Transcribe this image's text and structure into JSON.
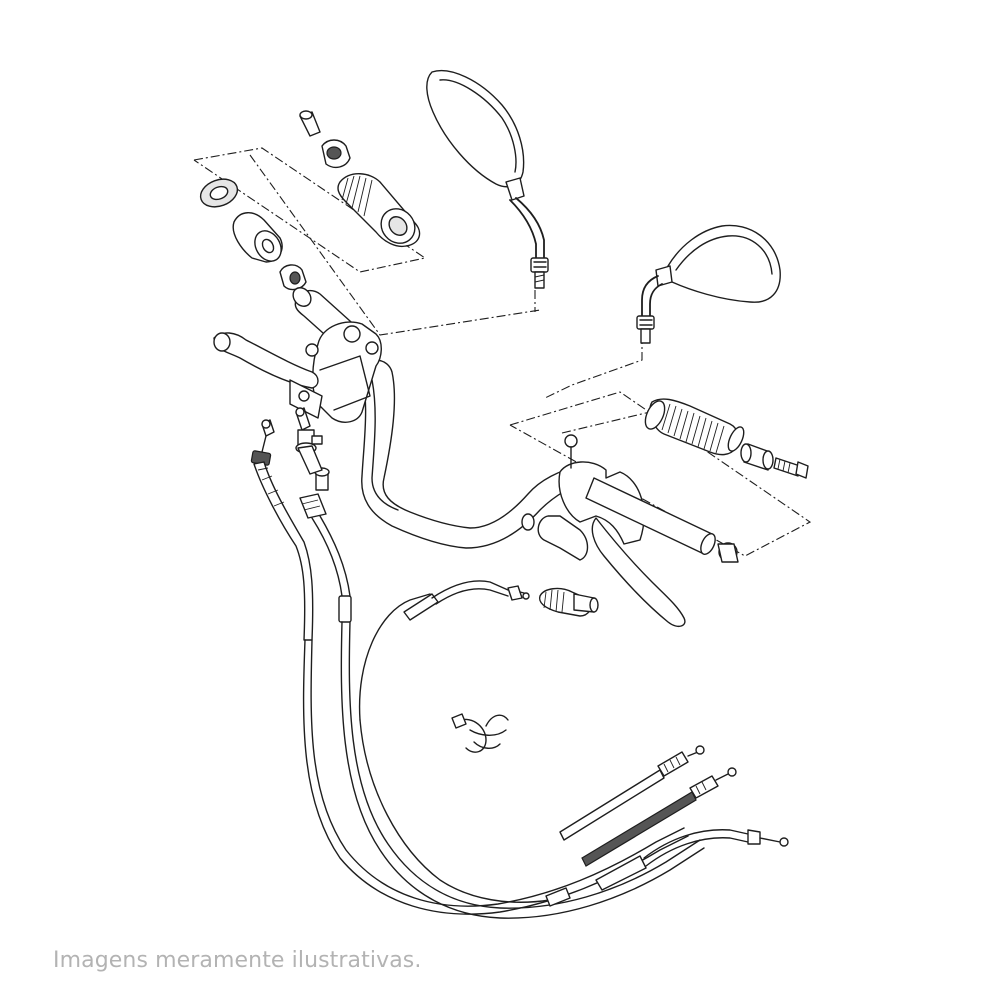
{
  "caption": "Imagens meramente ilustrativas.",
  "colors": {
    "line": "#1e1e1e",
    "caption": "#b3b3b3",
    "background": "#ffffff"
  },
  "parts": [
    "left-mirror",
    "right-mirror",
    "handlebar",
    "left-grip",
    "right-grip",
    "bar-end-weight",
    "clutch-lever",
    "brake-lever",
    "left-switch-housing",
    "clutch-cable",
    "throttle-cable",
    "choke-cable",
    "cable-clamp",
    "adjuster",
    "bolt"
  ]
}
